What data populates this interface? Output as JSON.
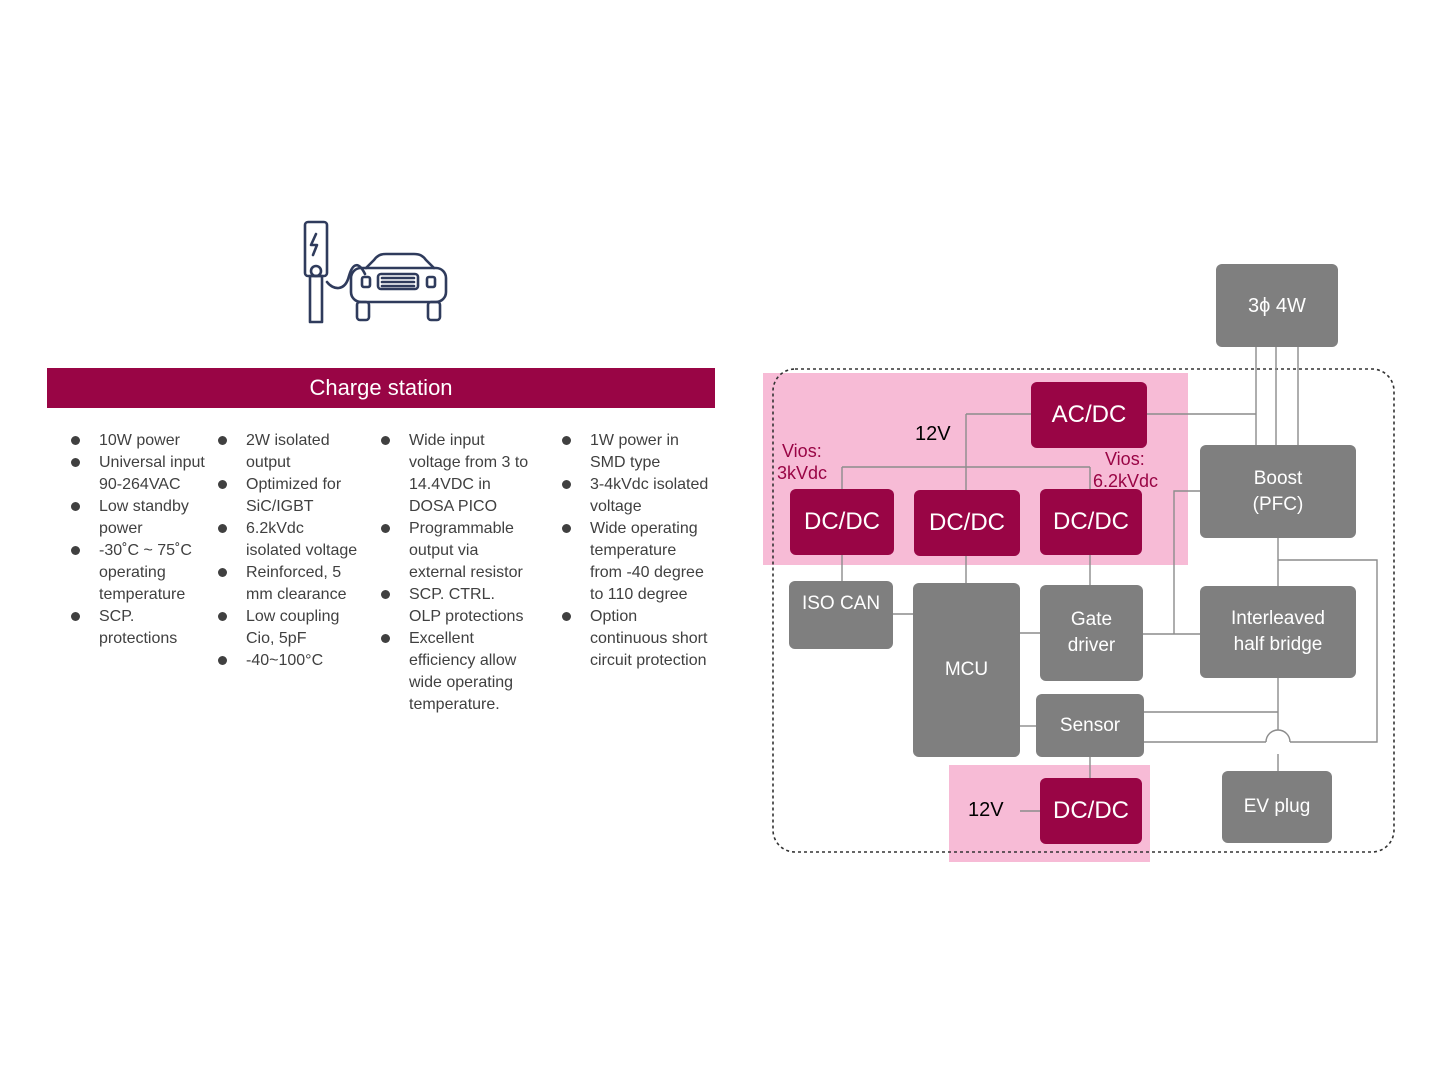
{
  "left_panel": {
    "header": "Charge station",
    "columns": [
      [
        "10W power",
        "Universal input 90-264VAC",
        "Low standby power",
        "-30˚C ~ 75˚C operating temperature",
        "SCP. protections"
      ],
      [
        "2W isolated output",
        "Optimized for SiC/IGBT",
        "6.2kVdc isolated voltage",
        "Reinforced, 5 mm clearance",
        "Low coupling Cio, 5pF",
        "-40~100°C"
      ],
      [
        "Wide input voltage from 3 to 14.4VDC in DOSA PICO",
        "Programmable output via external resistor",
        "SCP. CTRL. OLP protections",
        "Excellent efficiency allow wide operating temperature."
      ],
      [
        "1W power in SMD type",
        "3-4kVdc isolated voltage",
        "Wide operating temperature from -40 degree to 110 degree",
        "Option continuous short circuit protection"
      ]
    ],
    "icon": "ev-charging-station-car-icon"
  },
  "diagram": {
    "blocks": {
      "three_phase": "3ϕ 4W",
      "acdc": "AC/DC",
      "dcdc_1": "DC/DC",
      "dcdc_2": "DC/DC",
      "dcdc_3": "DC/DC",
      "boost_l1": "Boost",
      "boost_l2": "(PFC)",
      "iso_can": "ISO CAN",
      "mcu": "MCU",
      "gate_l1": "Gate",
      "gate_l2": "driver",
      "inter_l1": "Interleaved",
      "inter_l2": "half bridge",
      "sensor": "Sensor",
      "dcdc_bottom": "DC/DC",
      "ev_plug": "EV plug"
    },
    "labels": {
      "v12_top": "12V",
      "v12_bottom": "12V",
      "vios_left_l1": "Vios:",
      "vios_left_l2": "3kVdc",
      "vios_right_l1": "Vios:",
      "vios_right_l2": "6.2kVdc"
    },
    "colors": {
      "accent": "#990545",
      "block_gray": "#7f7f7f",
      "isolation_zone": "#f7bbd6",
      "text": "#404040"
    }
  }
}
